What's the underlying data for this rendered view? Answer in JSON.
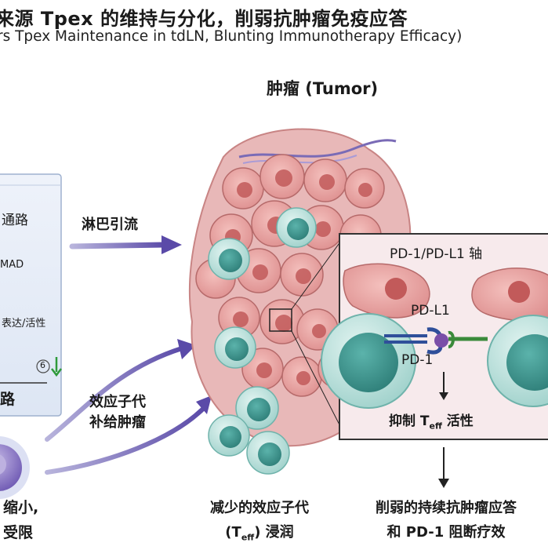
{
  "title": {
    "cn": "来源 Tpex 的维持与分化，削弱抗肿瘤免疫应答",
    "en": "rs Tpex Maintenance in tdLN, Blunting Immunotherapy Efficacy)"
  },
  "tumor_label": "肿瘤 (Tumor)",
  "left_panel": {
    "pathway": "通路",
    "mad": "MAD",
    "expression": "表达/活性",
    "circled": "6",
    "road": "路"
  },
  "left_bottom": {
    "line1": "缩小,",
    "line2": "受限"
  },
  "arrows": {
    "lymph": "淋巴引流",
    "effector_line1": "效应子代",
    "effector_line2": "补给肿瘤"
  },
  "zoom": {
    "title": "PD-1/PD-L1 轴",
    "pdl1": "PD-L1",
    "pd1": "PD-1",
    "inhibit_prefix": "抑制 T",
    "inhibit_sub": "eff",
    "inhibit_suffix": " 活性"
  },
  "bottom_middle": {
    "line1": "减少的效应子代",
    "line2_prefix": "(T",
    "line2_sub": "eff",
    "line2_suffix": ") 浸润"
  },
  "bottom_right": {
    "line1": "削弱的持续抗肿瘤应答",
    "line2": "和 PD-1 阻断疗效"
  },
  "colors": {
    "tumor_pink": "#e9a3a3",
    "tumor_dark": "#c86a6a",
    "tcell_outer": "#bfe3df",
    "tcell_inner": "#3f9a93",
    "arrow": "#6a5ab0",
    "panel_bg": "#f6e8ea"
  }
}
